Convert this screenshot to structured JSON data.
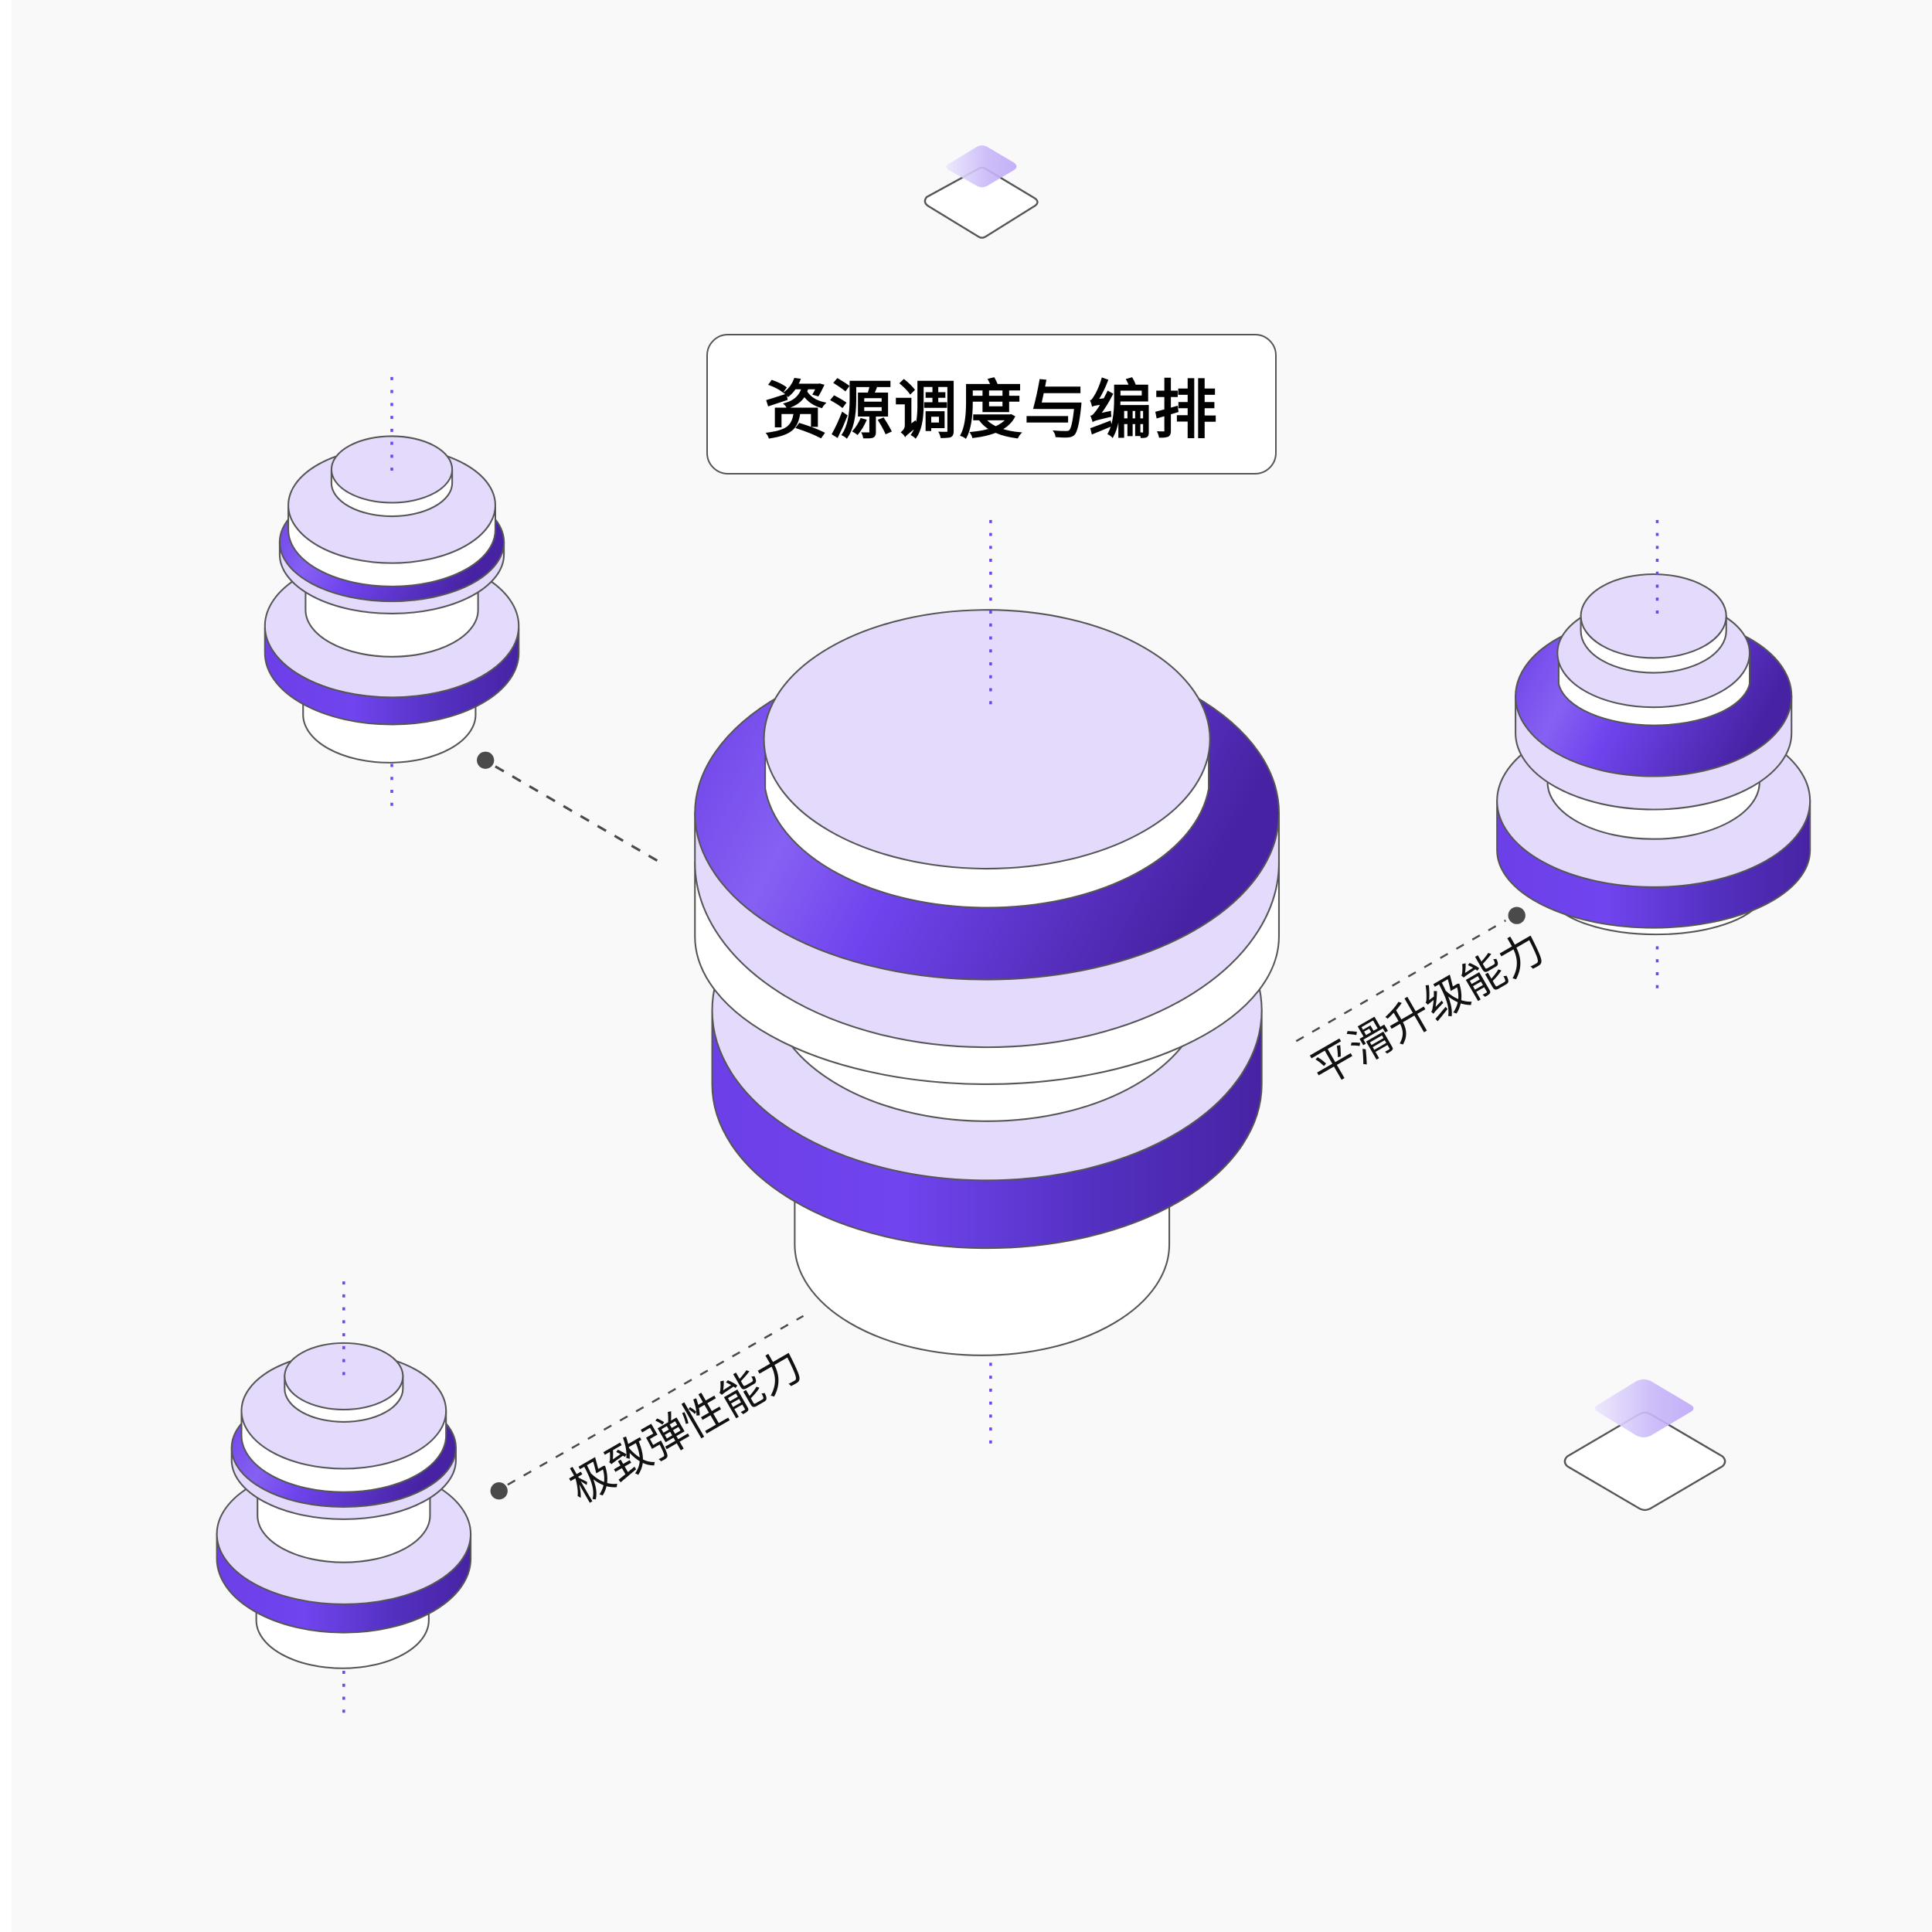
{
  "title": "资源调度与编排",
  "labels": {
    "elastic": "极致弹性能力",
    "upgrade": "平滑升级能力"
  },
  "colors": {
    "background": "#f9f9f9",
    "accent_purple": "#7044ee",
    "accent_purple_dark": "#4a23a8",
    "accent_purple_light": "#8a66f2",
    "lavender_fill": "#e4dafc",
    "outline": "#555555",
    "connector": "#4a4a4a",
    "dotted_axis": "#7044ee",
    "diamond_glow": "#c2b0f8"
  },
  "nodes": [
    {
      "id": "central-stack",
      "label_ref": "title"
    },
    {
      "id": "stack-top-left"
    },
    {
      "id": "stack-right",
      "label_ref": "labels.upgrade"
    },
    {
      "id": "stack-bottom-left",
      "label_ref": "labels.elastic"
    }
  ],
  "decorations": [
    "diamond-top",
    "diamond-bottom-right"
  ]
}
